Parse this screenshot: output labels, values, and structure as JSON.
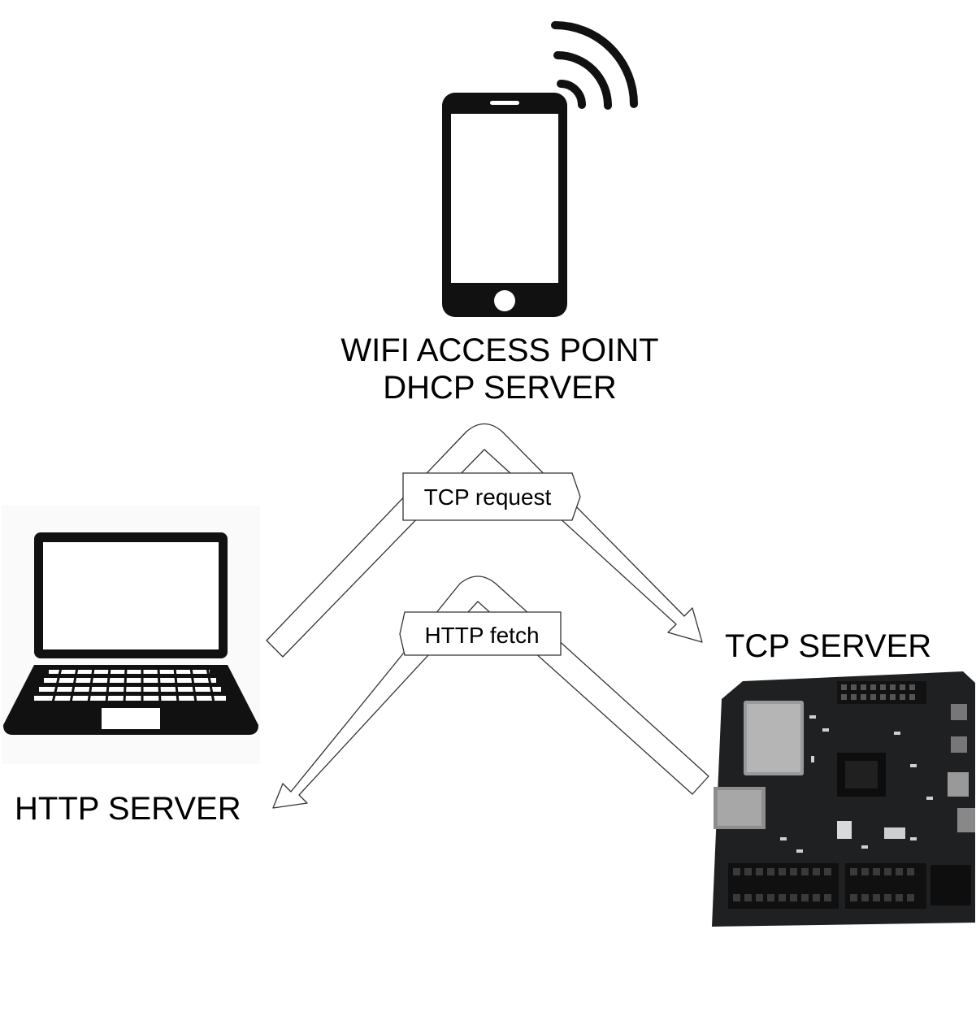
{
  "nodes": {
    "access_point": {
      "lines": [
        "WIFI ACCESS POINT",
        "DHCP SERVER"
      ],
      "icon": "smartphone-wifi-icon"
    },
    "tcp_server": {
      "label": "TCP SERVER",
      "icon": "esp32-dev-board-image"
    },
    "http_server": {
      "label": "HTTP SERVER",
      "icon": "laptop-icon"
    }
  },
  "edges": {
    "tcp_request": {
      "label": "TCP request",
      "from": "HTTP SERVER",
      "via": "WIFI ACCESS POINT",
      "to": "TCP SERVER"
    },
    "http_fetch": {
      "label": "HTTP fetch",
      "from": "TCP SERVER",
      "via": "WIFI ACCESS POINT",
      "to": "HTTP SERVER"
    }
  },
  "colors": {
    "icon": "#111111",
    "board": "#1f2022",
    "arrow_stroke": "#333333",
    "arrow_fill": "#ffffff"
  }
}
